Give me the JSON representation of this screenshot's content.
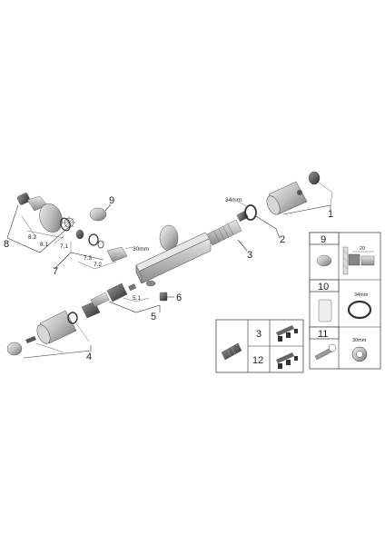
{
  "labels": {
    "n1": "1",
    "n2": "2",
    "n3": "3",
    "n4": "4",
    "n5": "5",
    "n6": "6",
    "n7": "7",
    "n8": "8",
    "n9": "9",
    "n7_1": "7.1",
    "n7_2": "7.2",
    "n7_3": "7.3",
    "n8_1": "8.1",
    "n8_2": "8.2",
    "n5_1": "5.1",
    "dim_34mm": "34mm",
    "dim_30mm": "30mm"
  },
  "right_table": {
    "c9": "9",
    "c10": "10",
    "c11": "11",
    "d20": "20",
    "d34": "34mm",
    "d30": "30mm"
  },
  "bottom_table": {
    "r3": "3",
    "r12": "12"
  }
}
